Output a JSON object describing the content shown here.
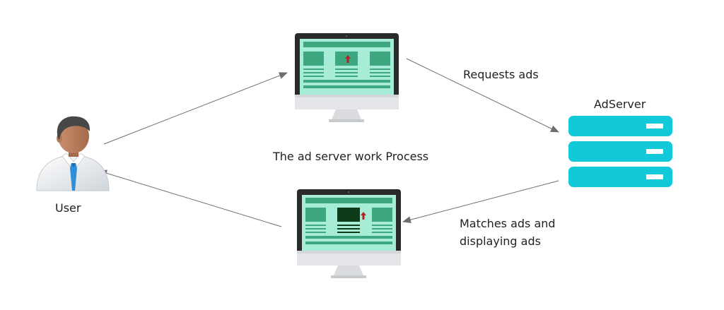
{
  "diagram": {
    "title": "The ad server work Process",
    "user": {
      "label": "User",
      "icon": "businessman-icon"
    },
    "server": {
      "label": "AdServer",
      "icon": "server-stack-icon",
      "color": "#12c9d9"
    },
    "monitors": {
      "top": {
        "icon": "webpage-monitor-icon",
        "screen_color": "#a6ecd7"
      },
      "bottom": {
        "icon": "webpage-with-ad-monitor-icon",
        "screen_color": "#a6ecd7",
        "ad_color": "#0d3b19"
      }
    },
    "edges": {
      "requests": "Requests ads",
      "matches_line1": "Matches ads and",
      "matches_line2": "displaying ads"
    }
  }
}
